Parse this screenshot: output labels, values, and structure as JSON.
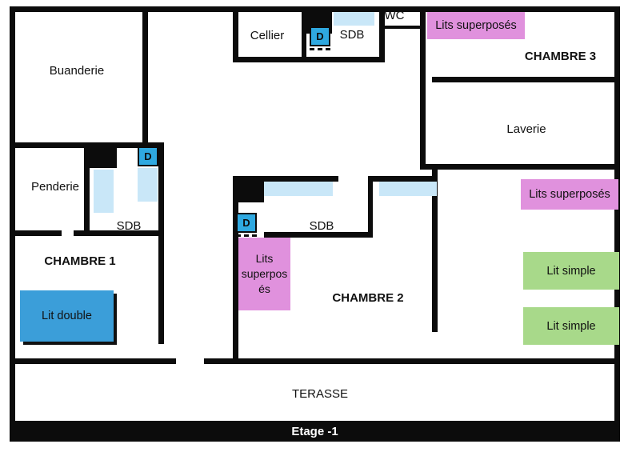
{
  "floor": {
    "title": "Etage -1"
  },
  "rooms": {
    "buanderie": {
      "label": "Buanderie"
    },
    "penderie": {
      "label": "Penderie"
    },
    "sdb_chambre1": {
      "label": "SDB"
    },
    "chambre1": {
      "label": "CHAMBRE 1"
    },
    "cellier": {
      "label": "Cellier"
    },
    "sdb_cellier": {
      "label": "SDB"
    },
    "wc": {
      "label": "WC"
    },
    "chambre3": {
      "label": "CHAMBRE 3"
    },
    "laverie": {
      "label": "Laverie"
    },
    "sdb_chambre2": {
      "label": "SDB"
    },
    "chambre2": {
      "label": "CHAMBRE 2"
    },
    "terasse": {
      "label": "TERASSE"
    }
  },
  "furniture": {
    "lit_double": {
      "label": "Lit double",
      "color": "#3b9ed9"
    },
    "lits_superposes_chambre3": {
      "label": "Lits superposés",
      "color": "#e091dd"
    },
    "lits_superposes_chambre2": {
      "label": "Lits superposés",
      "color": "#e091dd"
    },
    "lits_superposes_droite": {
      "label": "Lits superposés",
      "color": "#e091dd"
    },
    "lit_simple_haut": {
      "label": "Lit simple",
      "color": "#a8d98a"
    },
    "lit_simple_bas": {
      "label": "Lit simple",
      "color": "#a8d98a"
    }
  },
  "markers": {
    "door_letter": "D",
    "door_color": "#2fa9e1",
    "window_color": "#c9e7f8",
    "wall_color": "#0c0c0c"
  }
}
